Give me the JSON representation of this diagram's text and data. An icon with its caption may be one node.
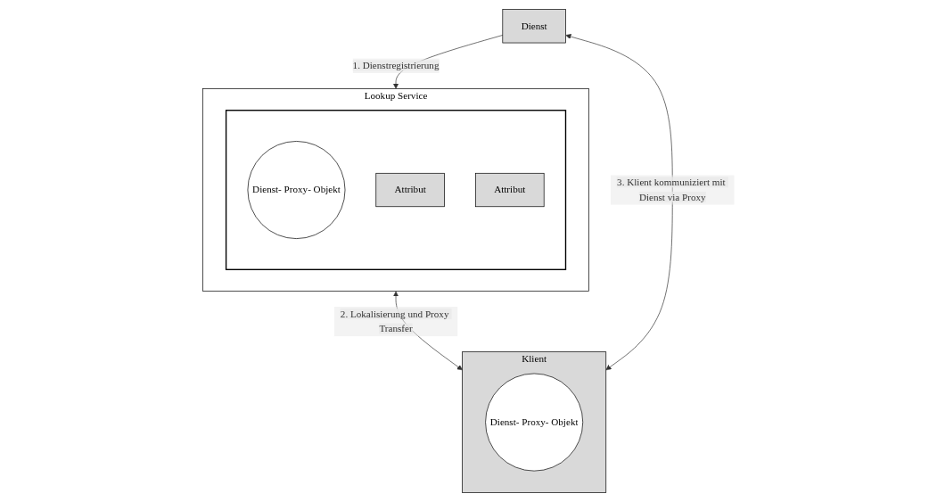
{
  "diagram": {
    "nodes": [
      {
        "text": [
          "Lookup Service"
        ]
      },
      {
        "text": [],
        "shape": "box",
        "in": 0
      },
      {
        "text": [
          "Dienst- Proxy- Objekt"
        ],
        "in": 1
      },
      {
        "text": [
          "Attribut"
        ],
        "in": 1
      },
      {
        "text": [
          "Attribut"
        ],
        "in": 1
      },
      {
        "text": [
          "Dienst"
        ]
      },
      {
        "text": [
          "Klient"
        ]
      },
      {
        "text": [
          "Dienst- Proxy- Objekt"
        ],
        "in": 6
      }
    ],
    "edges": [
      {
        "from": 5,
        "to": 0,
        "arrow": "to",
        "label": "1. Dienstregistrierung"
      },
      {
        "from": 0,
        "to": 6,
        "arrow": "both",
        "label": "2. Lokalisierung und Proxy Transfer"
      },
      {
        "from": 5,
        "to": 6,
        "arrow": "both",
        "label": "3. Klient kommuniziert mit Dienst via Proxy"
      }
    ]
  }
}
